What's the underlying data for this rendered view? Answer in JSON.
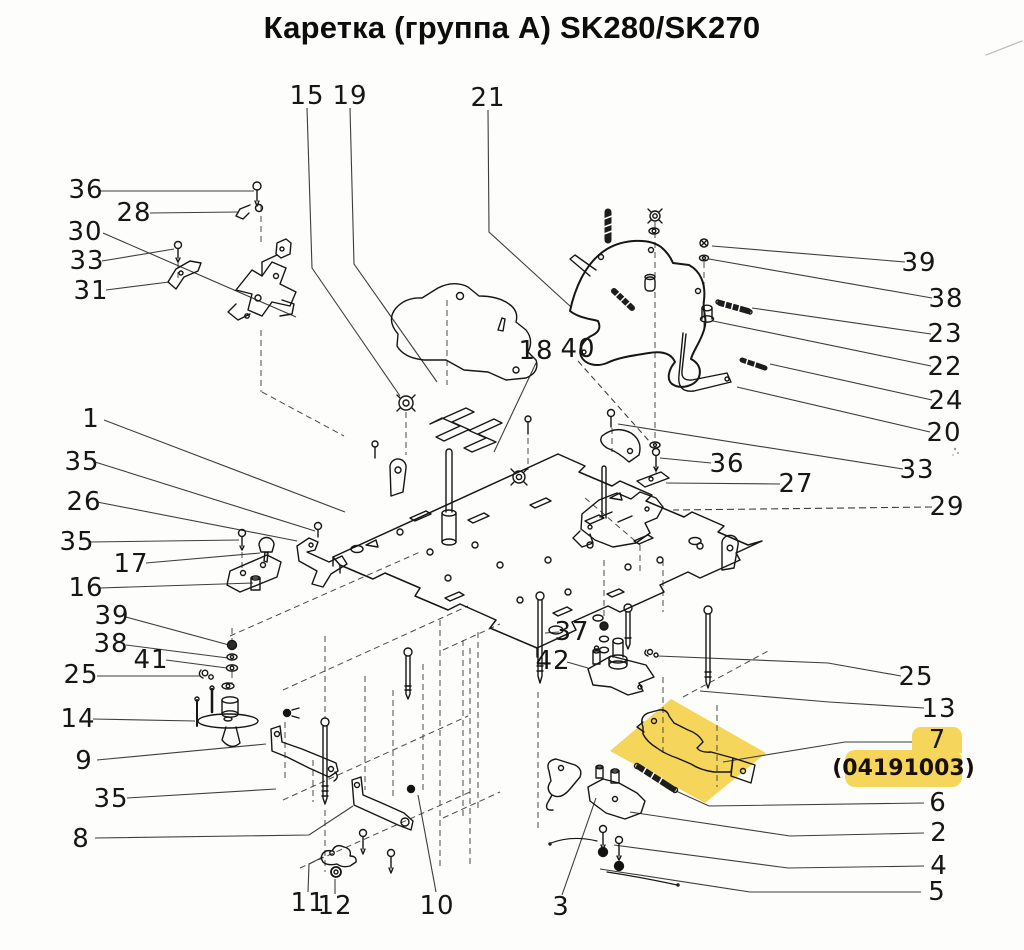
{
  "title": "Каретка (группа А) SK280/SK270",
  "highlight": {
    "part": "7",
    "code": "(04191003)",
    "color": "#f5d65a"
  },
  "colors": {
    "ink": "#161616",
    "leader_line": "#3d3d3d",
    "highlight_yellow": "#f5d65a",
    "background": "#fdfdfc"
  },
  "labels": [
    "15",
    "19",
    "21",
    "36",
    "28",
    "30",
    "33",
    "31",
    "39",
    "38",
    "23",
    "22",
    "24",
    "20",
    "33",
    "29",
    "36",
    "27",
    "1",
    "35",
    "26",
    "35",
    "17",
    "16",
    "39",
    "38",
    "41",
    "25",
    "14",
    "9",
    "35",
    "8",
    "18",
    "40",
    "37",
    "42",
    "11",
    "12",
    "10",
    "3",
    "25",
    "13",
    "6",
    "2",
    "4",
    "5"
  ]
}
